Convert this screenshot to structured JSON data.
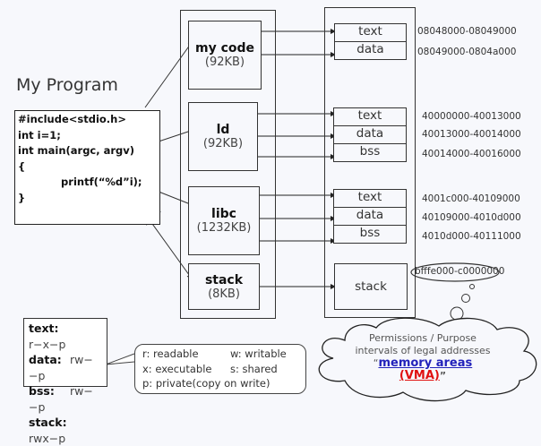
{
  "title": "My Program",
  "code_lines": [
    "#include<stdio.h>",
    "int i=1;",
    "int main(argc, argv)",
    "{",
    "            printf(“%d”i);",
    "}"
  ],
  "modules": [
    {
      "name": "my  code",
      "size": "(92KB)"
    },
    {
      "name": "ld",
      "size": "(92KB)"
    },
    {
      "name": "libc",
      "size": "(1232KB)"
    },
    {
      "name": "stack",
      "size": "(8KB)"
    }
  ],
  "segments": {
    "mycode": [
      {
        "label": "text",
        "range": "08048000-08049000"
      },
      {
        "label": "data",
        "range": "08049000-0804a000"
      }
    ],
    "ld": [
      {
        "label": "text",
        "range": "40000000-40013000"
      },
      {
        "label": "data",
        "range": "40013000-40014000"
      },
      {
        "label": "bss",
        "range": "40014000-40016000"
      }
    ],
    "libc": [
      {
        "label": "text",
        "range": "4001c000-40109000"
      },
      {
        "label": "data",
        "range": "40109000-4010d000"
      },
      {
        "label": "bss",
        "range": "4010d000-40111000"
      }
    ],
    "stack": {
      "label": "stack",
      "range": "bfffe000-c0000000"
    }
  },
  "permissions": [
    {
      "key": "text:",
      "value": "r−x−p"
    },
    {
      "key": "data:",
      "value": "rw−−p"
    },
    {
      "key": "bss:",
      "value": "rw−−p"
    },
    {
      "key": "stack:",
      "value": "rwx−p"
    }
  ],
  "legend": {
    "r": "r: readable",
    "w": "w: writable",
    "x": "x: executable",
    "s": "s: shared",
    "p": "p: private(copy on write)"
  },
  "cloud": {
    "line1": "Permissions / Purpose",
    "line2": "intervals of legal addresses",
    "quote_open": "“",
    "link": "memory areas",
    "vma": "(VMA)",
    "quote_close": "”"
  }
}
